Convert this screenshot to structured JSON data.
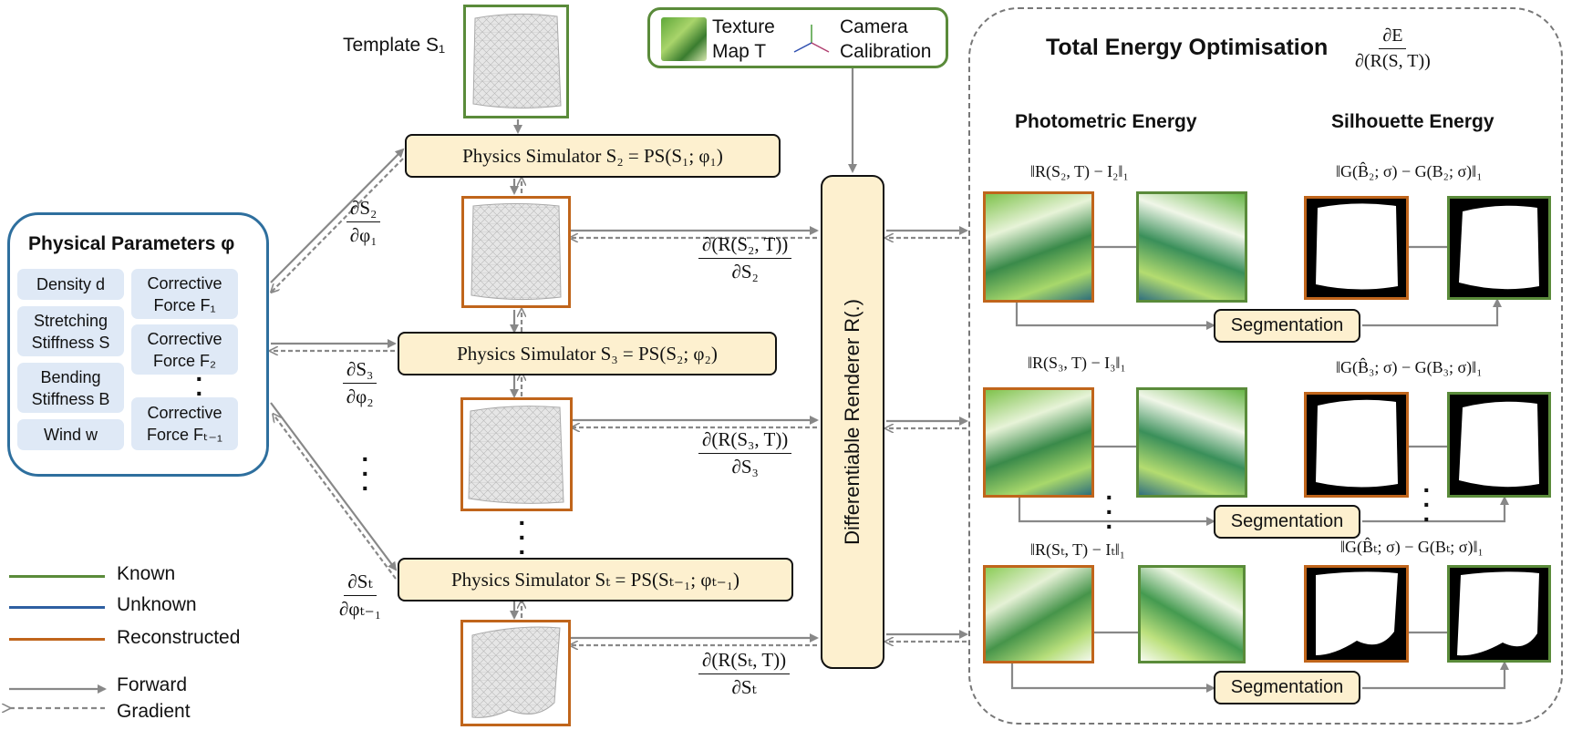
{
  "template_label": "Template S₁",
  "camera": {
    "texture": "Texture",
    "map": "Map T",
    "camera": "Camera",
    "calibration": "Calibration"
  },
  "params": {
    "title": "Physical Parameters φ",
    "items": [
      "Density d",
      "Stretching Stiffness S",
      "Bending Stiffness B",
      "Wind w"
    ],
    "forces": [
      "Corrective Force F₁",
      "Corrective Force F₂",
      "Corrective Force Fₜ₋₁"
    ]
  },
  "simulators": [
    "Physics Simulator S₂ = PS(S₁; φ₁)",
    "Physics Simulator S₃ = PS(S₂; φ₂)",
    "Physics Simulator Sₜ = PS(Sₜ₋₁; φₜ₋₁)"
  ],
  "param_grads": [
    {
      "num": "∂S₂",
      "den": "∂φ₁"
    },
    {
      "num": "∂S₃",
      "den": "∂φ₂"
    },
    {
      "num": "∂Sₜ",
      "den": "∂φₜ₋₁"
    }
  ],
  "render_grads": [
    {
      "num": "∂(R(S₂, T))",
      "den": "∂S₂"
    },
    {
      "num": "∂(R(S₃, T))",
      "den": "∂S₃"
    },
    {
      "num": "∂(R(Sₜ, T))",
      "den": "∂Sₜ"
    }
  ],
  "renderer": "Differentiable Renderer R(.)",
  "energy": {
    "title": "Total Energy Optimisation",
    "deriv_num": "∂E",
    "deriv_den": "∂(R(S, T))",
    "photometric": "Photometric Energy",
    "silhouette": "Silhouette Energy",
    "photo_norms": [
      "‖R(S₂, T) − I₂‖₁",
      "‖R(S₃, T) − I₃‖₁",
      "‖R(Sₜ, T) − Iₜ‖₁"
    ],
    "sil_norms": [
      "‖G(B̂₂; σ) − G(B₂; σ)‖₁",
      "‖G(B̂₃; σ) − G(B₃; σ)‖₁",
      "‖G(B̂ₜ; σ) − G(Bₜ; σ)‖₁"
    ],
    "segmentation": "Segmentation"
  },
  "legend": {
    "known": "Known",
    "unknown": "Unknown",
    "reconstructed": "Reconstructed",
    "forward": "Forward",
    "gradient": "Gradient"
  },
  "colors": {
    "known": "#5a8b3a",
    "unknown": "#2e5fa1",
    "reconstructed": "#c0651b",
    "box_fill": "#fdf0cf",
    "param_cell": "#dfe9f6"
  }
}
